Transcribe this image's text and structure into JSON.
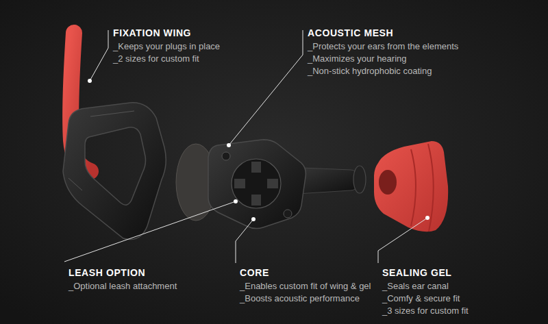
{
  "diagram": {
    "labels": [
      "FIXATION WING",
      "_Keeps your plugs in place",
      "_2 sizes for custom fit",
      "ACOUSTIC MESH",
      "_Protects your ears from the elements",
      "_Maximizes your hearing",
      "_Non-stick hydrophobic coating",
      "LEASH OPTION",
      "_Optional leash attachment",
      "CORE",
      "_Enables custom fit of wing & gel",
      "_Boosts acoustic performance",
      "SEALING GEL",
      "_Seals ear canal",
      "_Comfy & secure fit",
      "_3 sizes for custom fit"
    ]
  }
}
